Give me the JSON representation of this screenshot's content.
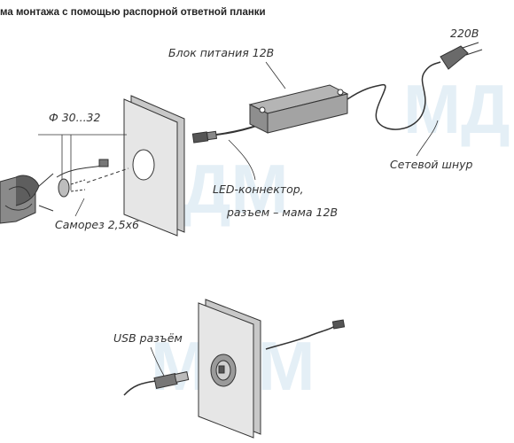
{
  "header": {
    "title": "ма монтажа с помощью распорной ответной планки"
  },
  "labels": {
    "voltage_220": "220В",
    "power_unit": "Блок питания 12В",
    "diameter": "Ф 30...32",
    "mains_cord": "Сетевой шнур",
    "led_connector_line1": "LED-коннектор,",
    "led_connector_line2": "разъем – мама 12В",
    "screw": "Саморез 2,5х6",
    "usb": "USB разъём"
  },
  "watermark": {
    "text": "МДМ",
    "color": "#cfe3ef"
  },
  "colors": {
    "line": "#333333",
    "panel_front": "#e4e4e4",
    "panel_side": "#c8c8c8",
    "device": "#9a9a9a"
  }
}
